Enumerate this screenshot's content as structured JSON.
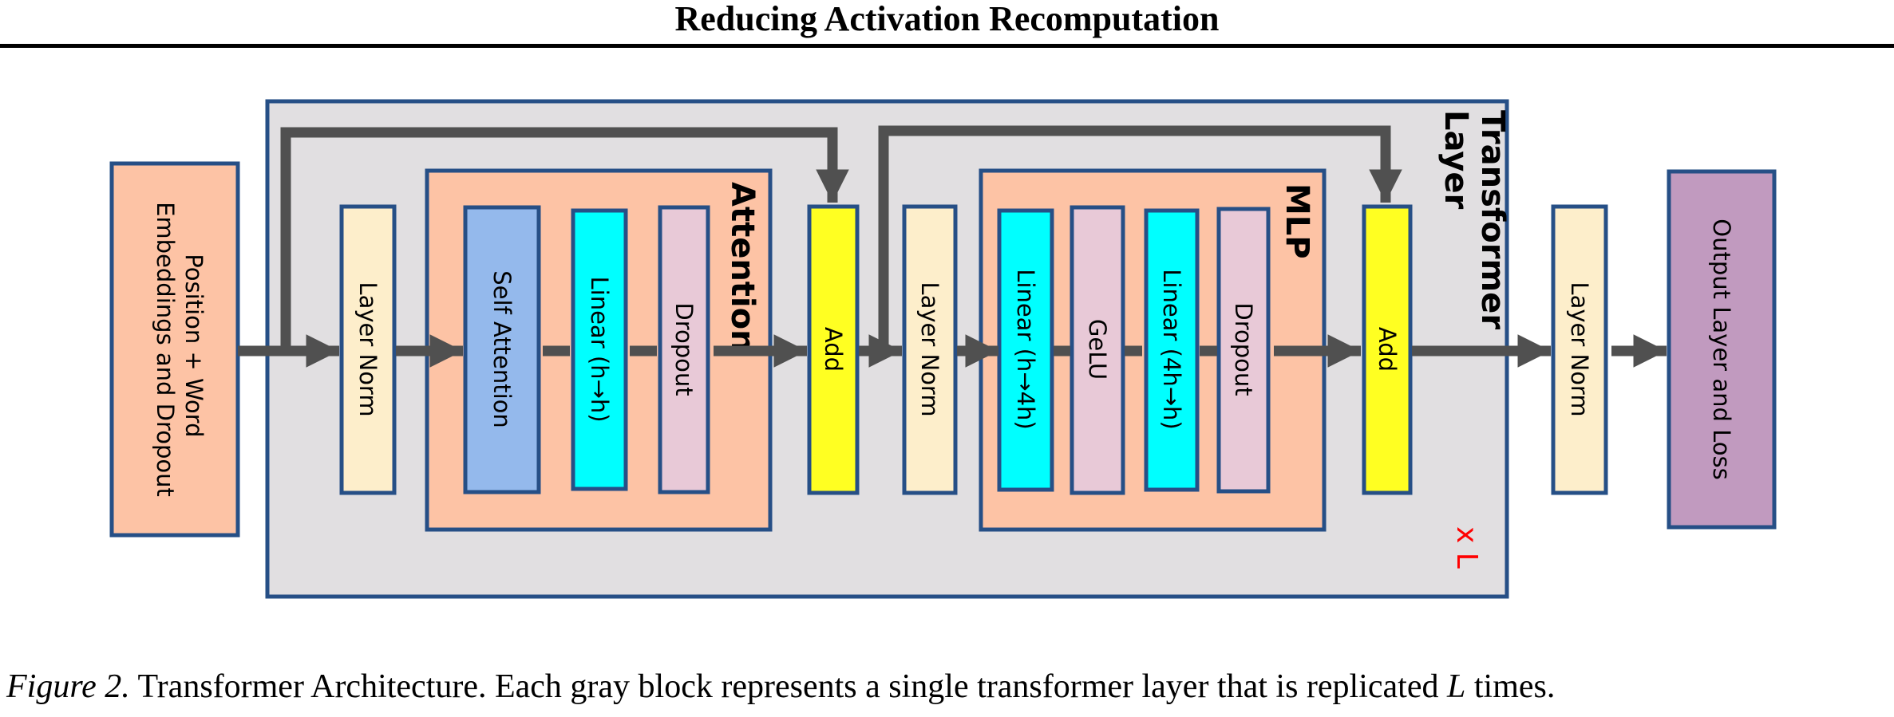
{
  "header": {
    "running_title": "Reducing Activation Recomputation"
  },
  "colors": {
    "border": "#264f86",
    "arrow": "#505050",
    "transformer_layer_bg": "#e1dfe1",
    "group_bg": "#fdc3a5",
    "embedding_bg": "#fdc3a5",
    "layer_norm_bg": "#fdeecb",
    "self_attention_bg": "#94b9ec",
    "linear_bg": "#00ffff",
    "dropout_bg": "#e8c9d7",
    "gelu_bg": "#e8c9d7",
    "add_bg": "#ffff22",
    "output_bg": "#c19abf",
    "repeat_text": "#ff0000"
  },
  "diagram": {
    "embedding": {
      "line1": "Position + Word",
      "line2": "Embeddings and Dropout"
    },
    "transformer_layer": {
      "label_line1": "Transformer",
      "label_line2": "Layer",
      "repeat_label": "x L"
    },
    "layer_norm_1": {
      "label": "Layer Norm"
    },
    "attention": {
      "label": "Attention",
      "blocks": [
        {
          "label": "Self Attention"
        },
        {
          "label": "Linear (h→h)"
        },
        {
          "label": "Dropout"
        }
      ]
    },
    "add_1": {
      "label": "Add"
    },
    "layer_norm_2": {
      "label": "Layer Norm"
    },
    "mlp": {
      "label": "MLP",
      "blocks": [
        {
          "label": "Linear (h→4h)"
        },
        {
          "label": "GeLU"
        },
        {
          "label": "Linear (4h→h)"
        },
        {
          "label": "Dropout"
        }
      ]
    },
    "add_2": {
      "label": "Add"
    },
    "final_layer_norm": {
      "label": "Layer Norm"
    },
    "output": {
      "label": "Output Layer and Loss"
    }
  },
  "caption": {
    "figure_label": "Figure 2.",
    "text_before_var": " Transformer Architecture. Each gray block represents a single transformer layer that is replicated ",
    "variable": "L",
    "text_after_var": " times."
  }
}
